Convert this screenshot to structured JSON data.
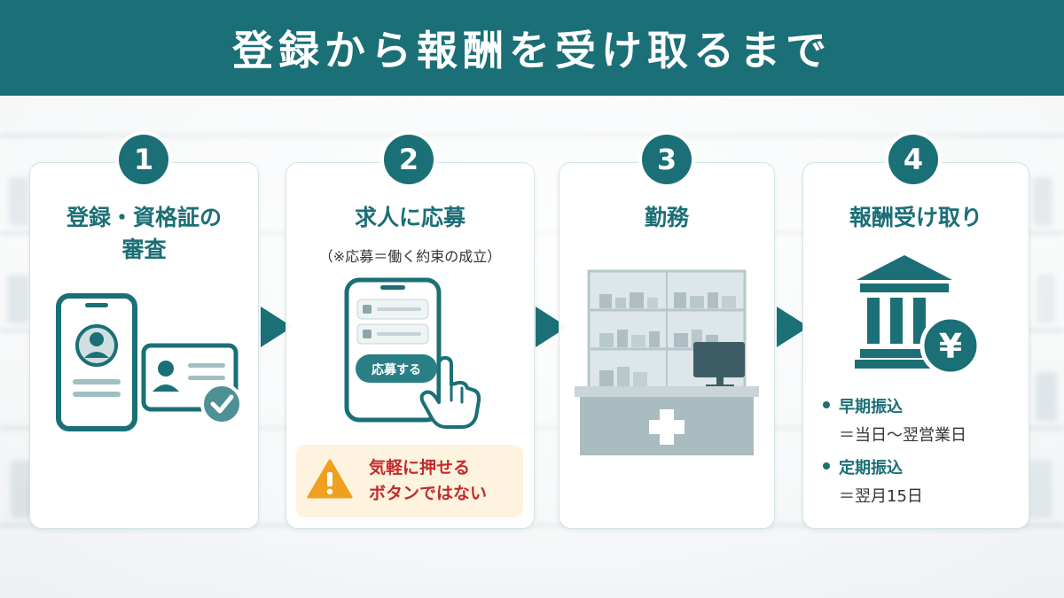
{
  "title": "登録から報酬を受け取るまで",
  "colors": {
    "primary": "#1b6f76",
    "warning_bg": "#fdf3df",
    "warning_text": "#c22b2b",
    "warning_icon": "#f0a020"
  },
  "steps": [
    {
      "number": "1",
      "title_line1": "登録・資格証の",
      "title_line2": "審査",
      "icon": "phone-profile-and-id-card-verified-icon"
    },
    {
      "number": "2",
      "title": "求人に応募",
      "subtitle": "（※応募＝働く約束の成立）",
      "button_label": "応募する",
      "icon": "phone-tap-apply-icon",
      "warning": {
        "line1": "気軽に押せる",
        "line2": "ボタンではない",
        "icon": "warning-triangle-icon"
      }
    },
    {
      "number": "3",
      "title": "勤務",
      "icon": "pharmacy-counter-icon"
    },
    {
      "number": "4",
      "title": "報酬受け取り",
      "icon": "bank-yen-icon",
      "payments": [
        {
          "label": "早期振込",
          "detail": "＝当日〜翌営業日"
        },
        {
          "label": "定期振込",
          "detail": "＝翌月15日"
        }
      ]
    }
  ],
  "arrow_icon": "chevron-right-arrow-icon"
}
